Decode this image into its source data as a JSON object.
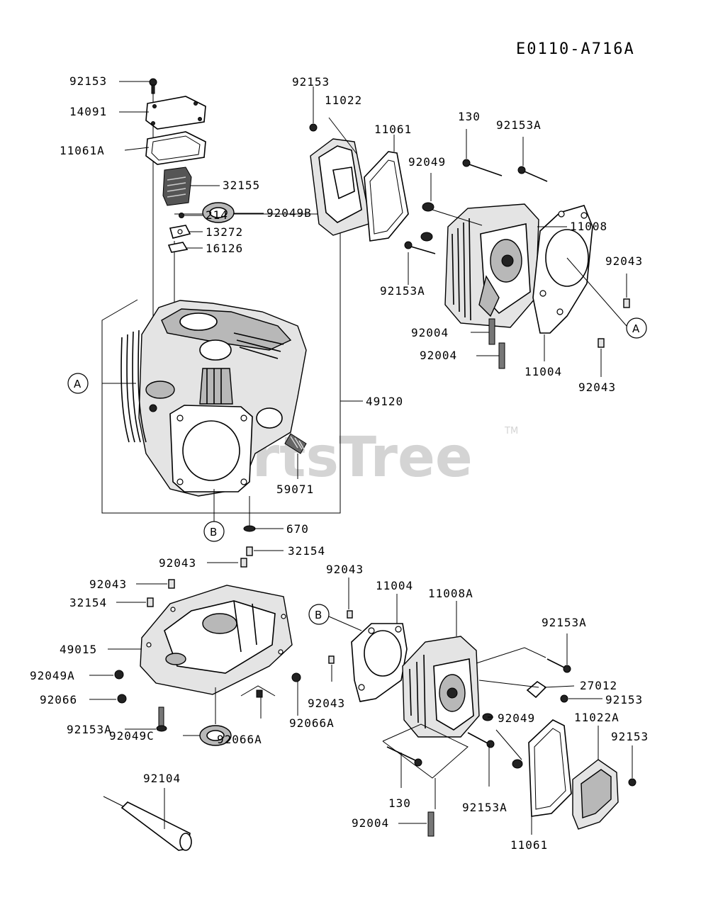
{
  "diagram_code": "E0110-A716A",
  "watermark": {
    "text": "PartsTree",
    "mark": "TM",
    "color": "#d4d4d4"
  },
  "refs": {
    "a": "A",
    "b": "B"
  },
  "labels": {
    "p92153_tl": "92153",
    "p14091": "14091",
    "p11061A": "11061A",
    "p32155": "32155",
    "p214": "214",
    "p13272": "13272",
    "p16126": "16126",
    "p92049B": "92049B",
    "p49120": "49120",
    "p59071": "59071",
    "p670": "670",
    "p92153_tc": "92153",
    "p11022": "11022",
    "p11061_t": "11061",
    "p130_t": "130",
    "p92153A_tr": "92153A",
    "p92049_t": "92049",
    "p11008": "11008",
    "p92043_tr": "92043",
    "p92153A_mr": "92153A",
    "p92004_a": "92004",
    "p92004_b": "92004",
    "p11004_t": "11004",
    "p92043_mr": "92043",
    "p32154_a": "32154",
    "p92043_bl1": "92043",
    "p92043_bl2": "92043",
    "p32154_b": "32154",
    "p49015": "49015",
    "p92049A": "92049A",
    "p92066": "92066",
    "p92153A_bl": "92153A",
    "p92066A_a": "92066A",
    "p92066A_b": "92066A",
    "p92049C": "92049C",
    "p92104": "92104",
    "p92043_bc": "92043",
    "p11004_b": "11004",
    "p11008A": "11008A",
    "p92153A_br": "92153A",
    "p27012": "27012",
    "p92153_br": "92153",
    "p92043_bc2": "92043",
    "p92049_b": "92049",
    "p11022A": "11022A",
    "p92153_br2": "92153",
    "p130_b": "130",
    "p92153A_bb": "92153A",
    "p92004_c": "92004",
    "p11061_b": "11061"
  }
}
